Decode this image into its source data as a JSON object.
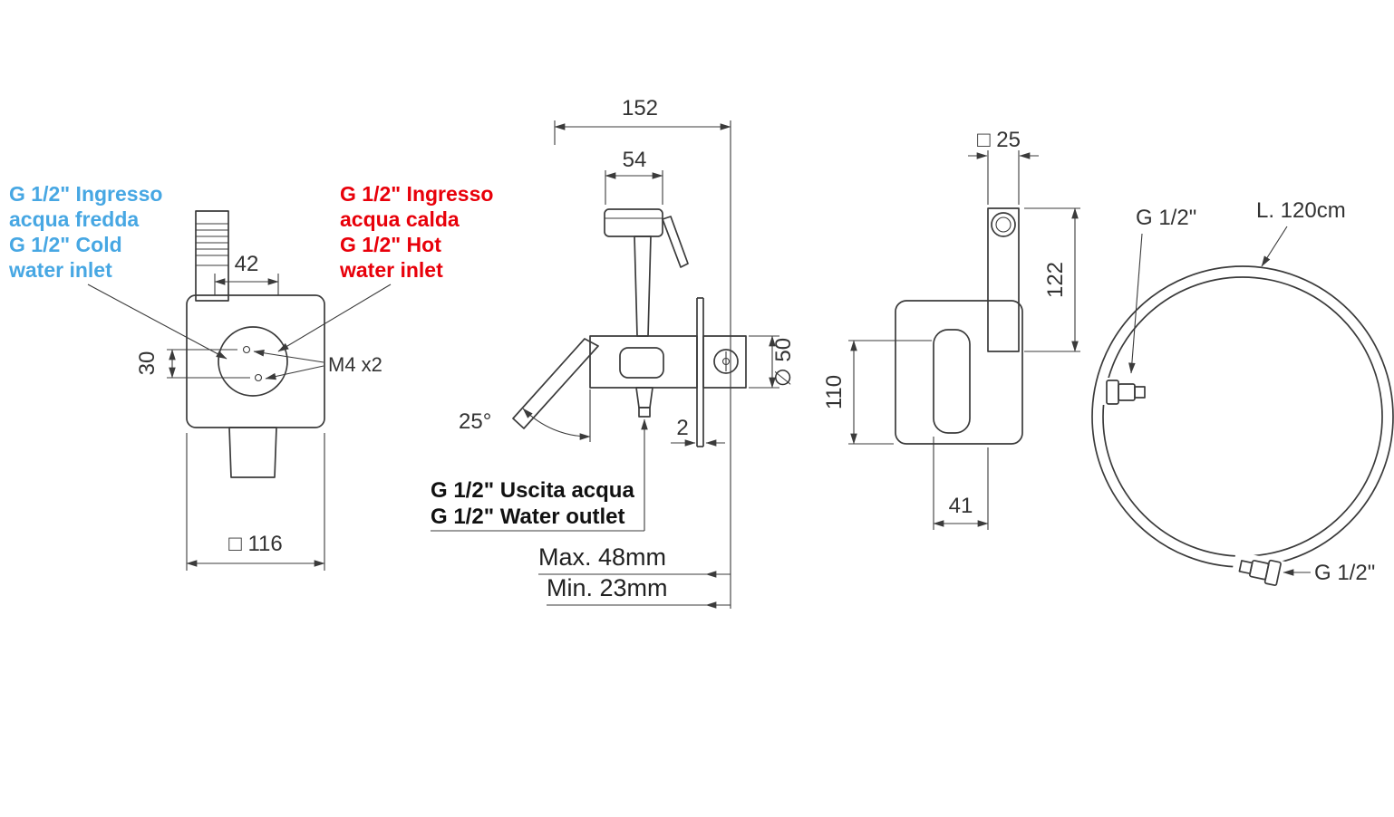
{
  "drawing": {
    "background": "#ffffff",
    "line_color": "#3b3b3b",
    "labels": {
      "cold_inlet": {
        "color": "#47a7e3",
        "line1": "G 1/2\" Ingresso",
        "line2": "acqua fredda",
        "line3": "G 1/2\" Cold",
        "line4": "water inlet"
      },
      "hot_inlet": {
        "color": "#e8000a",
        "line1": "G 1/2\" Ingresso",
        "line2": "acqua calda",
        "line3": "G 1/2\" Hot",
        "line4": "water inlet"
      },
      "water_outlet": {
        "line1": "G 1/2\" Uscita acqua",
        "line2": "G 1/2\" Water outlet"
      },
      "max_wall": "Max. 48mm",
      "min_wall": "Min. 23mm",
      "screws": "M4 x2",
      "lever_angle": "25°",
      "hose_thread_top": "G 1/2\"",
      "hose_length": "L. 120cm",
      "hose_thread_bottom": "G 1/2\""
    },
    "dimensions": {
      "front_view": {
        "inlet_spacing_h": "42",
        "inlet_spacing_v": "30",
        "plate_size": "□ 116"
      },
      "side_view": {
        "total_depth": "152",
        "spray_head": "54",
        "rosette_diameter": "∅ 50",
        "plate_thickness": "2"
      },
      "rear_view": {
        "holder_width": "□ 25",
        "holder_height": "122",
        "body_height": "110",
        "handle_width": "41"
      }
    }
  }
}
